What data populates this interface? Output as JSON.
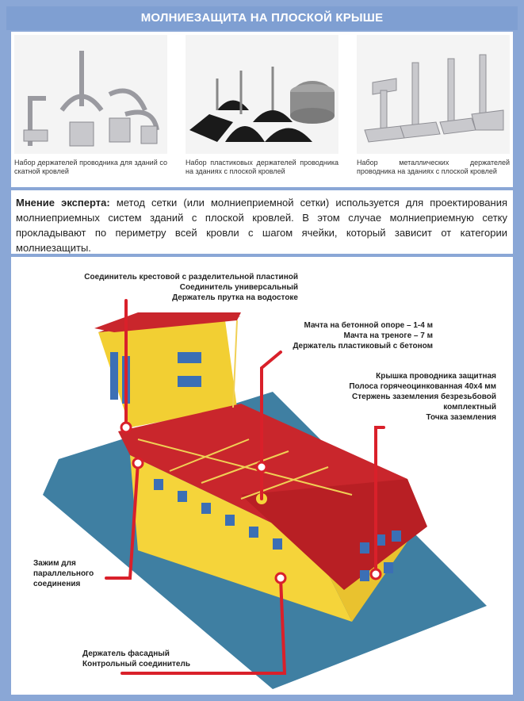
{
  "title": "МОЛНИЕЗАЩИТА НА ПЛОСКОЙ КРЫШЕ",
  "photos": [
    {
      "caption": "Набор держателей проводника для зданий со скатной кровлей",
      "icon": "metal-holders-icon"
    },
    {
      "caption": "Набор пластиковых держателей проводника на зданиях с плоской кровлей",
      "icon": "plastic-holders-icon"
    },
    {
      "caption": "Набор металлических держателей проводника на зданиях с плоской кровлей",
      "icon": "metal-flat-holders-icon"
    }
  ],
  "expert": {
    "label": "Мнение эксперта:",
    "text": " метод сетки (или молниеприемной сетки) используется для проектирования молниеприемных систем зданий с плоской кровлей. В этом случае молниеприемную сетку прокладывают по периметру всей кровли с шагом ячейки, который зависит от категории молниезащиты."
  },
  "labels": {
    "group1": [
      "Соединитель крестовой с разделительной пластиной",
      "Соединитель универсальный",
      "Держатель прутка на водостоке"
    ],
    "group2": [
      "Мачта на бетонной опоре – 1-4 м",
      "Мачта на треноге – 7 м",
      "Держатель пластиковый с бетоном"
    ],
    "group3": [
      "Крышка проводника защитная",
      "Полоса горячеоцинкованная 40х4 мм",
      "Стержень заземления безрезьбовой",
      "комплектный",
      "Точка заземления"
    ],
    "group4": [
      "Зажим для",
      "параллельного",
      "соединения"
    ],
    "group5": [
      "Держатель фасадный",
      "Контрольный соединитель"
    ]
  },
  "colors": {
    "frame": "#8aa7d6",
    "title_bg": "#7f9fd2",
    "roof": "#c9262c",
    "wall": "#f5d43a",
    "ground": "#3f7fa2",
    "accent": "#d9202a"
  }
}
